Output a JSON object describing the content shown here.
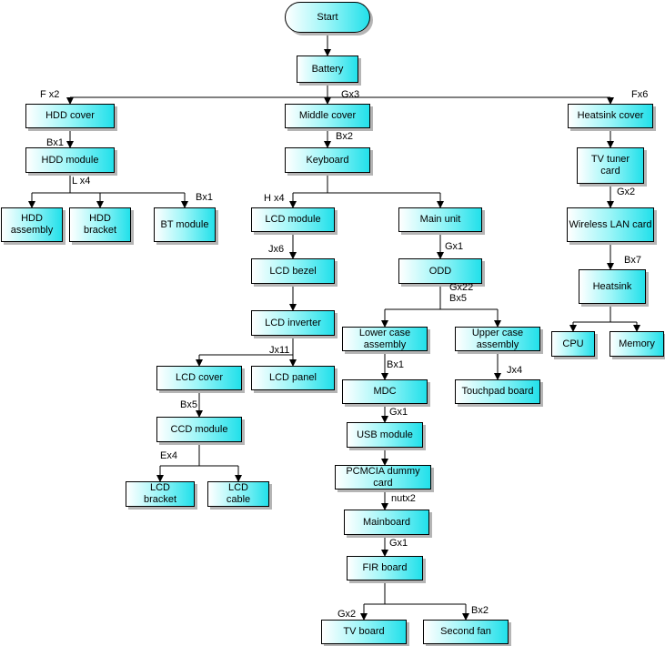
{
  "nodes": {
    "start": "Start",
    "battery": "Battery",
    "hdd_cover": "HDD cover",
    "middle_cover": "Middle cover",
    "heatsink_cover": "Heatsink cover",
    "hdd_module": "HDD module",
    "keyboard": "Keyboard",
    "tv_tuner_card": "TV tuner\ncard",
    "hdd_assembly": "HDD\nassembly",
    "hdd_bracket": "HDD\nbracket",
    "bt_module": "BT module",
    "lcd_module": "LCD module",
    "main_unit": "Main unit",
    "wireless_lan_card": "Wireless LAN card",
    "lcd_bezel": "LCD bezel",
    "odd": "ODD",
    "heatsink": "Heatsink",
    "lcd_inverter": "LCD inverter",
    "lower_case_assembly": "Lower case\nassembly",
    "upper_case_assembly": "Upper case\nassembly",
    "cpu": "CPU",
    "memory": "Memory",
    "lcd_cover": "LCD cover",
    "lcd_panel": "LCD panel",
    "mdc": "MDC",
    "touchpad_board": "Touchpad board",
    "ccd_module": "CCD module",
    "usb_module": "USB module",
    "lcd_bracket": "LCD\nbracket",
    "lcd_cable": "LCD\ncable",
    "pcmcia_dummy_card": "PCMCIA dummy\ncard",
    "mainboard": "Mainboard",
    "fir_board": "FIR board",
    "tv_board": "TV board",
    "second_fan": "Second fan"
  },
  "edge_labels": {
    "hdd_cover": "F x2",
    "middle_cover": "Gx3",
    "heatsink_cover": "Fx6",
    "hdd_module": "Bx1",
    "keyboard": "Bx2",
    "hdd_split": "L x4",
    "bt_module": "Bx1",
    "keyboard_split": "H x4",
    "wireless_lan_card": "Gx2",
    "odd": "Gx1",
    "lcd_bezel": "Jx6",
    "odd_split": "Gx22\nBx5",
    "heatsink": "Bx7",
    "lcd_panel": "Jx11",
    "mdc": "Bx1",
    "touchpad_board": "Jx4",
    "ccd_module": "Bx5",
    "usb_module": "Gx1",
    "ccd_split": "Ex4",
    "mainboard": "nutx2",
    "fir_board": "Gx1",
    "tv_board": "Gx2",
    "second_fan": "Bx2"
  }
}
